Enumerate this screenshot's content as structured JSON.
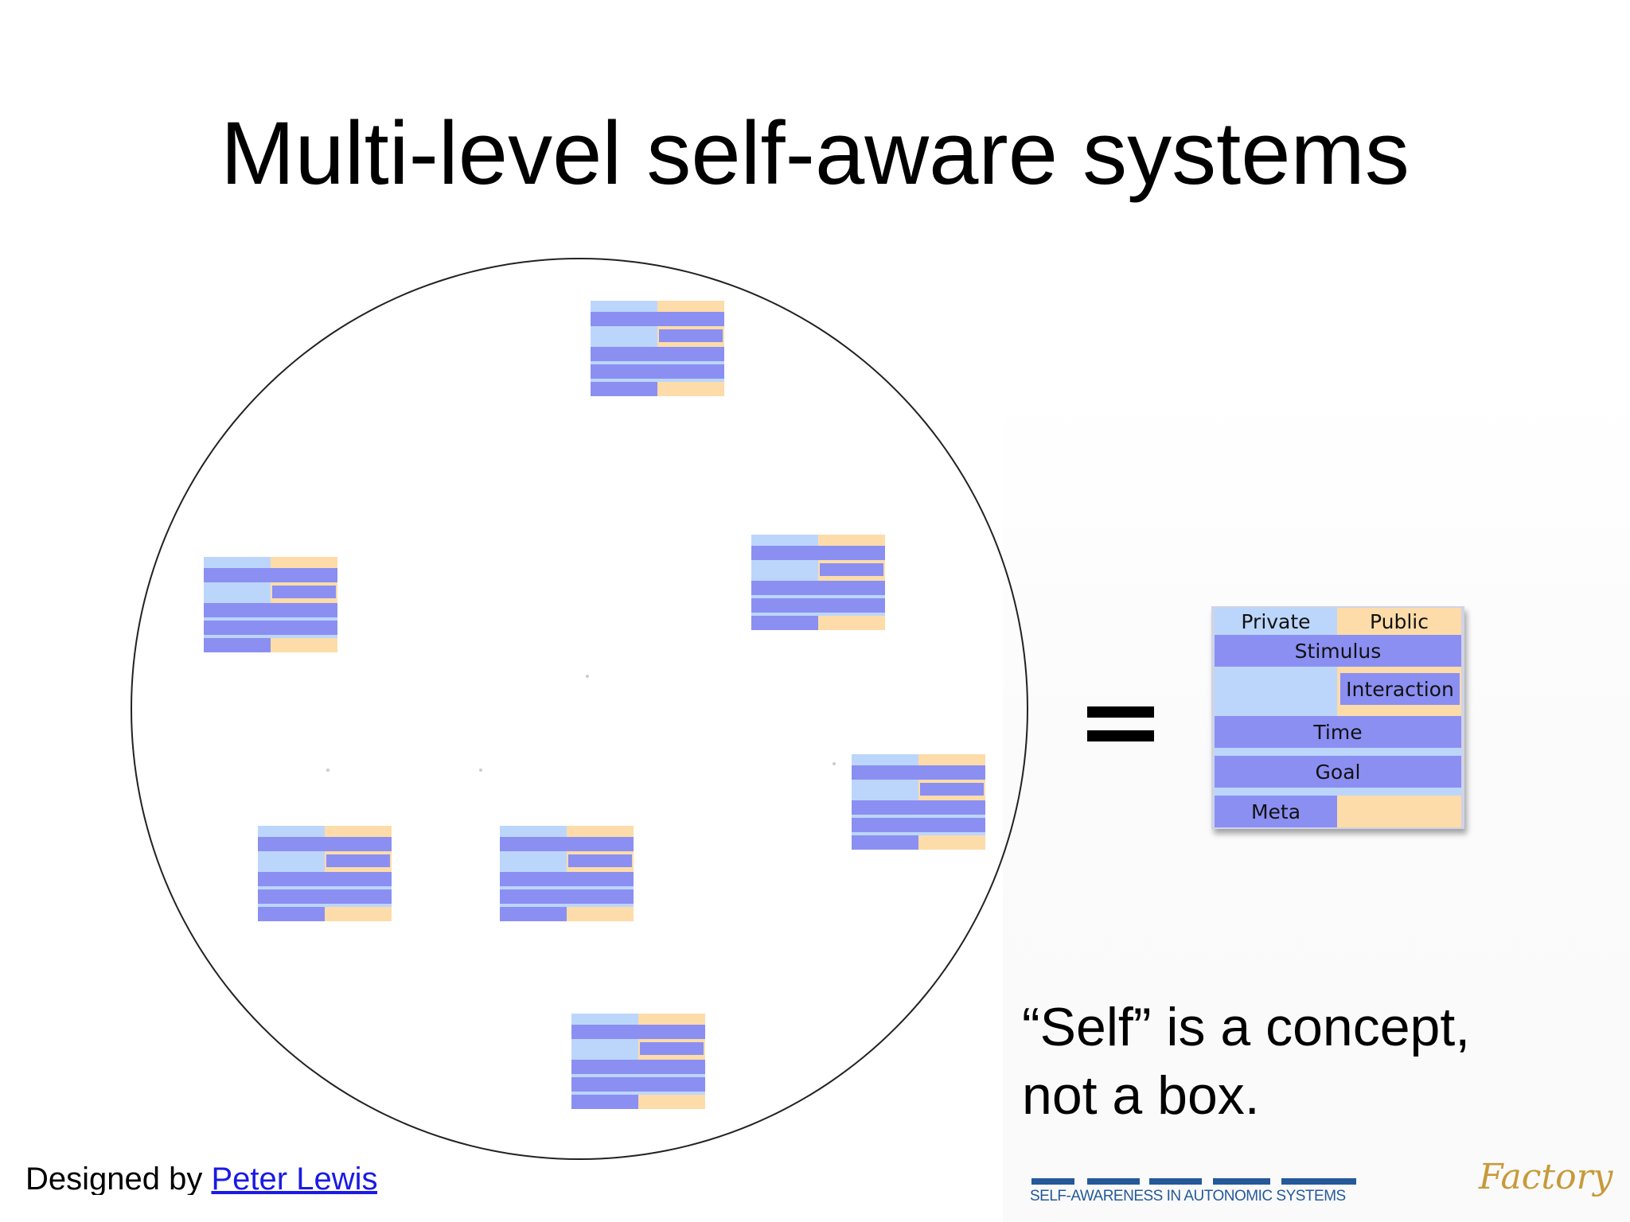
{
  "slide": {
    "title": "Multi-level self-aware systems"
  },
  "colors": {
    "blue": "#8b8ff2",
    "light_blue": "#bcd6fb",
    "peach": "#fddca9"
  },
  "equals_sign": "=",
  "legend": {
    "private": "Private",
    "public": "Public",
    "stimulus": "Stimulus",
    "interaction": "Interaction",
    "time": "Time",
    "goal": "Goal",
    "meta": "Meta"
  },
  "quote": {
    "line1": "“Self” is a concept,",
    "line2": "not a box."
  },
  "footer": {
    "designed_by": "Designed by ",
    "author": "Peter Lewis"
  },
  "logos": {
    "tagline": "SELF-AWARENESS IN AUTONOMIC SYSTEMS",
    "factory": "Factory"
  }
}
